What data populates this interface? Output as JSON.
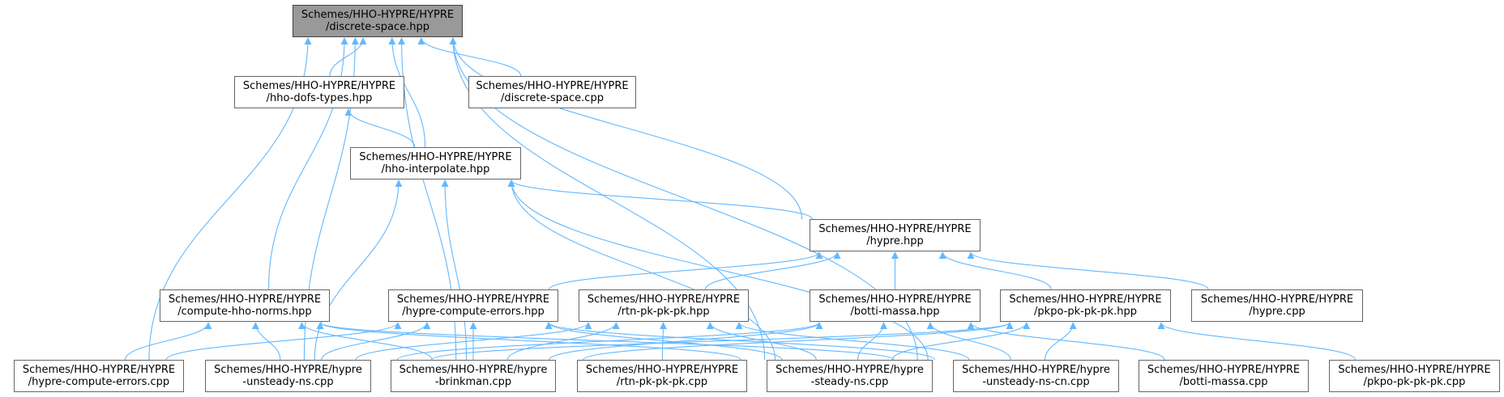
{
  "graph": {
    "edge_color": "#63b8ff",
    "root_fill": "#999999",
    "nodes": [
      {
        "id": "discrete_space_hpp",
        "line1": "Schemes/HHO-HYPRE/HYPRE",
        "line2": "/discrete-space.hpp",
        "root": true
      },
      {
        "id": "hho_dofs_types_hpp",
        "line1": "Schemes/HHO-HYPRE/HYPRE",
        "line2": "/hho-dofs-types.hpp"
      },
      {
        "id": "discrete_space_cpp",
        "line1": "Schemes/HHO-HYPRE/HYPRE",
        "line2": "/discrete-space.cpp"
      },
      {
        "id": "hho_interpolate_hpp",
        "line1": "Schemes/HHO-HYPRE/HYPRE",
        "line2": "/hho-interpolate.hpp"
      },
      {
        "id": "hypre_hpp",
        "line1": "Schemes/HHO-HYPRE/HYPRE",
        "line2": "/hypre.hpp"
      },
      {
        "id": "compute_hho_norms_hpp",
        "line1": "Schemes/HHO-HYPRE/HYPRE",
        "line2": "/compute-hho-norms.hpp"
      },
      {
        "id": "hypre_compute_errors_hpp",
        "line1": "Schemes/HHO-HYPRE/HYPRE",
        "line2": "/hypre-compute-errors.hpp"
      },
      {
        "id": "rtn_pk_pk_pk_hpp",
        "line1": "Schemes/HHO-HYPRE/HYPRE",
        "line2": "/rtn-pk-pk-pk.hpp"
      },
      {
        "id": "botti_massa_hpp",
        "line1": "Schemes/HHO-HYPRE/HYPRE",
        "line2": "/botti-massa.hpp"
      },
      {
        "id": "pkpo_pk_pk_pk_hpp",
        "line1": "Schemes/HHO-HYPRE/HYPRE",
        "line2": "/pkpo-pk-pk-pk.hpp"
      },
      {
        "id": "hypre_cpp",
        "line1": "Schemes/HHO-HYPRE/HYPRE",
        "line2": "/hypre.cpp"
      },
      {
        "id": "hypre_compute_errors_cpp",
        "line1": "Schemes/HHO-HYPRE/HYPRE",
        "line2": "/hypre-compute-errors.cpp"
      },
      {
        "id": "hypre_unsteady_ns_cpp",
        "line1": "Schemes/HHO-HYPRE/hypre",
        "line2": "-unsteady-ns.cpp"
      },
      {
        "id": "hypre_brinkman_cpp",
        "line1": "Schemes/HHO-HYPRE/hypre",
        "line2": "-brinkman.cpp"
      },
      {
        "id": "rtn_pk_pk_pk_cpp",
        "line1": "Schemes/HHO-HYPRE/HYPRE",
        "line2": "/rtn-pk-pk-pk.cpp"
      },
      {
        "id": "hypre_steady_ns_cpp",
        "line1": "Schemes/HHO-HYPRE/hypre",
        "line2": "-steady-ns.cpp"
      },
      {
        "id": "hypre_unsteady_ns_cn_cpp",
        "line1": "Schemes/HHO-HYPRE/hypre",
        "line2": "-unsteady-ns-cn.cpp"
      },
      {
        "id": "botti_massa_cpp",
        "line1": "Schemes/HHO-HYPRE/HYPRE",
        "line2": "/botti-massa.cpp"
      },
      {
        "id": "pkpo_pk_pk_pk_cpp",
        "line1": "Schemes/HHO-HYPRE/HYPRE",
        "line2": "/pkpo-pk-pk-pk.cpp"
      }
    ],
    "edges": [
      {
        "from": "hho_dofs_types_hpp",
        "to": "discrete_space_hpp"
      },
      {
        "from": "discrete_space_cpp",
        "to": "discrete_space_hpp"
      },
      {
        "from": "hho_interpolate_hpp",
        "to": "discrete_space_hpp"
      },
      {
        "from": "hypre_hpp",
        "to": "discrete_space_hpp"
      },
      {
        "from": "compute_hho_norms_hpp",
        "to": "discrete_space_hpp"
      },
      {
        "from": "hypre_compute_errors_cpp",
        "to": "discrete_space_hpp"
      },
      {
        "from": "hypre_unsteady_ns_cpp",
        "to": "discrete_space_hpp"
      },
      {
        "from": "hypre_brinkman_cpp",
        "to": "discrete_space_hpp"
      },
      {
        "from": "hypre_steady_ns_cpp",
        "to": "discrete_space_hpp"
      },
      {
        "from": "hypre_unsteady_ns_cn_cpp",
        "to": "discrete_space_hpp"
      },
      {
        "from": "hho_interpolate_hpp",
        "to": "hho_dofs_types_hpp"
      },
      {
        "from": "hypre_hpp",
        "to": "hho_interpolate_hpp"
      },
      {
        "from": "hypre_unsteady_ns_cpp",
        "to": "hho_interpolate_hpp"
      },
      {
        "from": "hypre_brinkman_cpp",
        "to": "hho_interpolate_hpp"
      },
      {
        "from": "hypre_steady_ns_cpp",
        "to": "hho_interpolate_hpp"
      },
      {
        "from": "hypre_unsteady_ns_cn_cpp",
        "to": "hho_interpolate_hpp"
      },
      {
        "from": "hypre_compute_errors_hpp",
        "to": "hypre_hpp"
      },
      {
        "from": "rtn_pk_pk_pk_hpp",
        "to": "hypre_hpp"
      },
      {
        "from": "botti_massa_hpp",
        "to": "hypre_hpp"
      },
      {
        "from": "pkpo_pk_pk_pk_hpp",
        "to": "hypre_hpp"
      },
      {
        "from": "hypre_cpp",
        "to": "hypre_hpp"
      },
      {
        "from": "hypre_compute_errors_cpp",
        "to": "compute_hho_norms_hpp"
      },
      {
        "from": "hypre_unsteady_ns_cpp",
        "to": "compute_hho_norms_hpp"
      },
      {
        "from": "hypre_brinkman_cpp",
        "to": "compute_hho_norms_hpp"
      },
      {
        "from": "hypre_steady_ns_cpp",
        "to": "compute_hho_norms_hpp"
      },
      {
        "from": "hypre_unsteady_ns_cn_cpp",
        "to": "compute_hho_norms_hpp"
      },
      {
        "from": "hypre_compute_errors_cpp",
        "to": "hypre_compute_errors_hpp"
      },
      {
        "from": "hypre_unsteady_ns_cpp",
        "to": "hypre_compute_errors_hpp"
      },
      {
        "from": "hypre_brinkman_cpp",
        "to": "hypre_compute_errors_hpp"
      },
      {
        "from": "hypre_steady_ns_cpp",
        "to": "hypre_compute_errors_hpp"
      },
      {
        "from": "hypre_unsteady_ns_cn_cpp",
        "to": "hypre_compute_errors_hpp"
      },
      {
        "from": "hypre_unsteady_ns_cpp",
        "to": "rtn_pk_pk_pk_hpp"
      },
      {
        "from": "hypre_brinkman_cpp",
        "to": "rtn_pk_pk_pk_hpp"
      },
      {
        "from": "rtn_pk_pk_pk_cpp",
        "to": "rtn_pk_pk_pk_hpp"
      },
      {
        "from": "hypre_steady_ns_cpp",
        "to": "rtn_pk_pk_pk_hpp"
      },
      {
        "from": "hypre_unsteady_ns_cn_cpp",
        "to": "rtn_pk_pk_pk_hpp"
      },
      {
        "from": "hypre_unsteady_ns_cpp",
        "to": "botti_massa_hpp"
      },
      {
        "from": "hypre_brinkman_cpp",
        "to": "botti_massa_hpp"
      },
      {
        "from": "hypre_steady_ns_cpp",
        "to": "botti_massa_hpp"
      },
      {
        "from": "hypre_unsteady_ns_cn_cpp",
        "to": "botti_massa_hpp"
      },
      {
        "from": "botti_massa_cpp",
        "to": "botti_massa_hpp"
      },
      {
        "from": "hypre_unsteady_ns_cpp",
        "to": "pkpo_pk_pk_pk_hpp"
      },
      {
        "from": "hypre_brinkman_cpp",
        "to": "pkpo_pk_pk_pk_hpp"
      },
      {
        "from": "hypre_steady_ns_cpp",
        "to": "pkpo_pk_pk_pk_hpp"
      },
      {
        "from": "hypre_unsteady_ns_cn_cpp",
        "to": "pkpo_pk_pk_pk_hpp"
      },
      {
        "from": "pkpo_pk_pk_pk_cpp",
        "to": "pkpo_pk_pk_pk_hpp"
      }
    ]
  }
}
